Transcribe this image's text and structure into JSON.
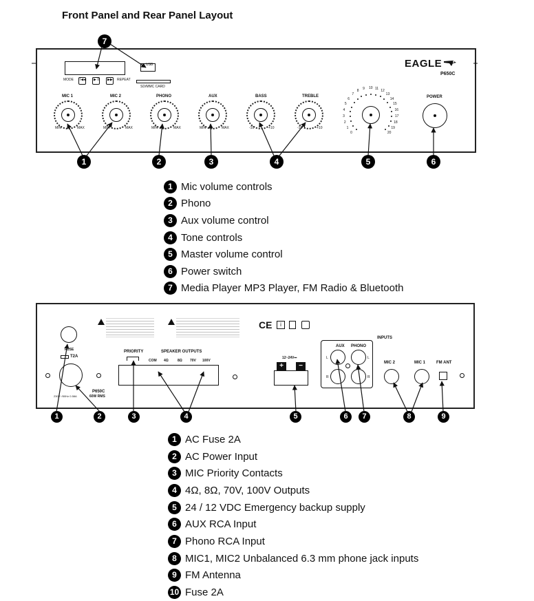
{
  "page_title": "Front Panel and Rear Panel Layout",
  "front_panel": {
    "brand": "EAGLE",
    "model": "P650C",
    "usb_label": "USB",
    "sd_label": "SD/MMC CARD",
    "media_buttons": {
      "mode": "MODE",
      "prev": "I◀◀",
      "play": "▶ II",
      "next": "▶▶I",
      "repeat": "REPEAT"
    },
    "knobs": [
      {
        "label": "MIC 1",
        "min": "MIN",
        "max": "MAX"
      },
      {
        "label": "MIC 2",
        "min": "MIN",
        "max": "MAX"
      },
      {
        "label": "PHONO",
        "min": "MIN",
        "max": "MAX"
      },
      {
        "label": "AUX",
        "min": "MIN",
        "max": "MAX"
      },
      {
        "label": "BASS",
        "min": "-10",
        "max": "+10"
      },
      {
        "label": "TREBLE",
        "min": "-10",
        "max": "+10"
      }
    ],
    "master_scale": [
      "0",
      "1",
      "2",
      "3",
      "4",
      "5",
      "6",
      "7",
      "8",
      "9",
      "10",
      "11",
      "12",
      "13",
      "14",
      "15",
      "16",
      "17",
      "18",
      "19",
      "20"
    ],
    "power_label": "POWER",
    "callouts": [
      "1",
      "2",
      "3",
      "4",
      "5",
      "6",
      "7"
    ]
  },
  "front_legend": [
    {
      "num": "1",
      "text": "Mic volume controls"
    },
    {
      "num": "2",
      "text": "Phono"
    },
    {
      "num": "3",
      "text": "Aux volume control"
    },
    {
      "num": "4",
      "text": "Tone controls"
    },
    {
      "num": "5",
      "text": "Master volume control"
    },
    {
      "num": "6",
      "text": "Power switch"
    },
    {
      "num": "7",
      "text": "Media Player  MP3 Player, FM Radio & Bluetooth"
    }
  ],
  "rear_panel": {
    "fuse_label": "FUSE",
    "fuse_rating": "T2A",
    "model": "P650C",
    "power_rating": "60W RMS",
    "mains": "230V~/50Hz 0.58A",
    "priority_label": "PRIORITY",
    "speaker_label": "SPEAKER OUTPUTS",
    "speaker_terms": [
      "COM",
      "4Ω",
      "8Ω",
      "70V",
      "100V"
    ],
    "dc_label": "12~24V⎓",
    "dc_plus": "+",
    "dc_minus": "−",
    "inputs_label": "INPUTS",
    "aux_label": "AUX",
    "phono_label": "PHONO",
    "lr": [
      "L",
      "R",
      "L",
      "R"
    ],
    "mic2_label": "MIC 2",
    "mic1_label": "MIC 1",
    "fm_label": "FM ANT",
    "cert_marks": "CE",
    "callouts": [
      "1",
      "2",
      "3",
      "4",
      "5",
      "6",
      "7",
      "8",
      "9"
    ]
  },
  "rear_legend": [
    {
      "num": "1",
      "text": "AC Fuse 2A"
    },
    {
      "num": "2",
      "text": "AC Power Input"
    },
    {
      "num": "3",
      "text": "MIC Priority Contacts"
    },
    {
      "num": "4",
      "text": "4Ω, 8Ω, 70V, 100V Outputs"
    },
    {
      "num": "5",
      "text": "24 / 12 VDC Emergency backup supply"
    },
    {
      "num": "6",
      "text": "AUX RCA Input"
    },
    {
      "num": "7",
      "text": "Phono RCA Input"
    },
    {
      "num": "8",
      "text": "MIC1, MIC2 Unbalanced 6.3 mm phone jack inputs"
    },
    {
      "num": "9",
      "text": "FM Antenna"
    },
    {
      "num": "10",
      "text": "Fuse 2A"
    }
  ]
}
